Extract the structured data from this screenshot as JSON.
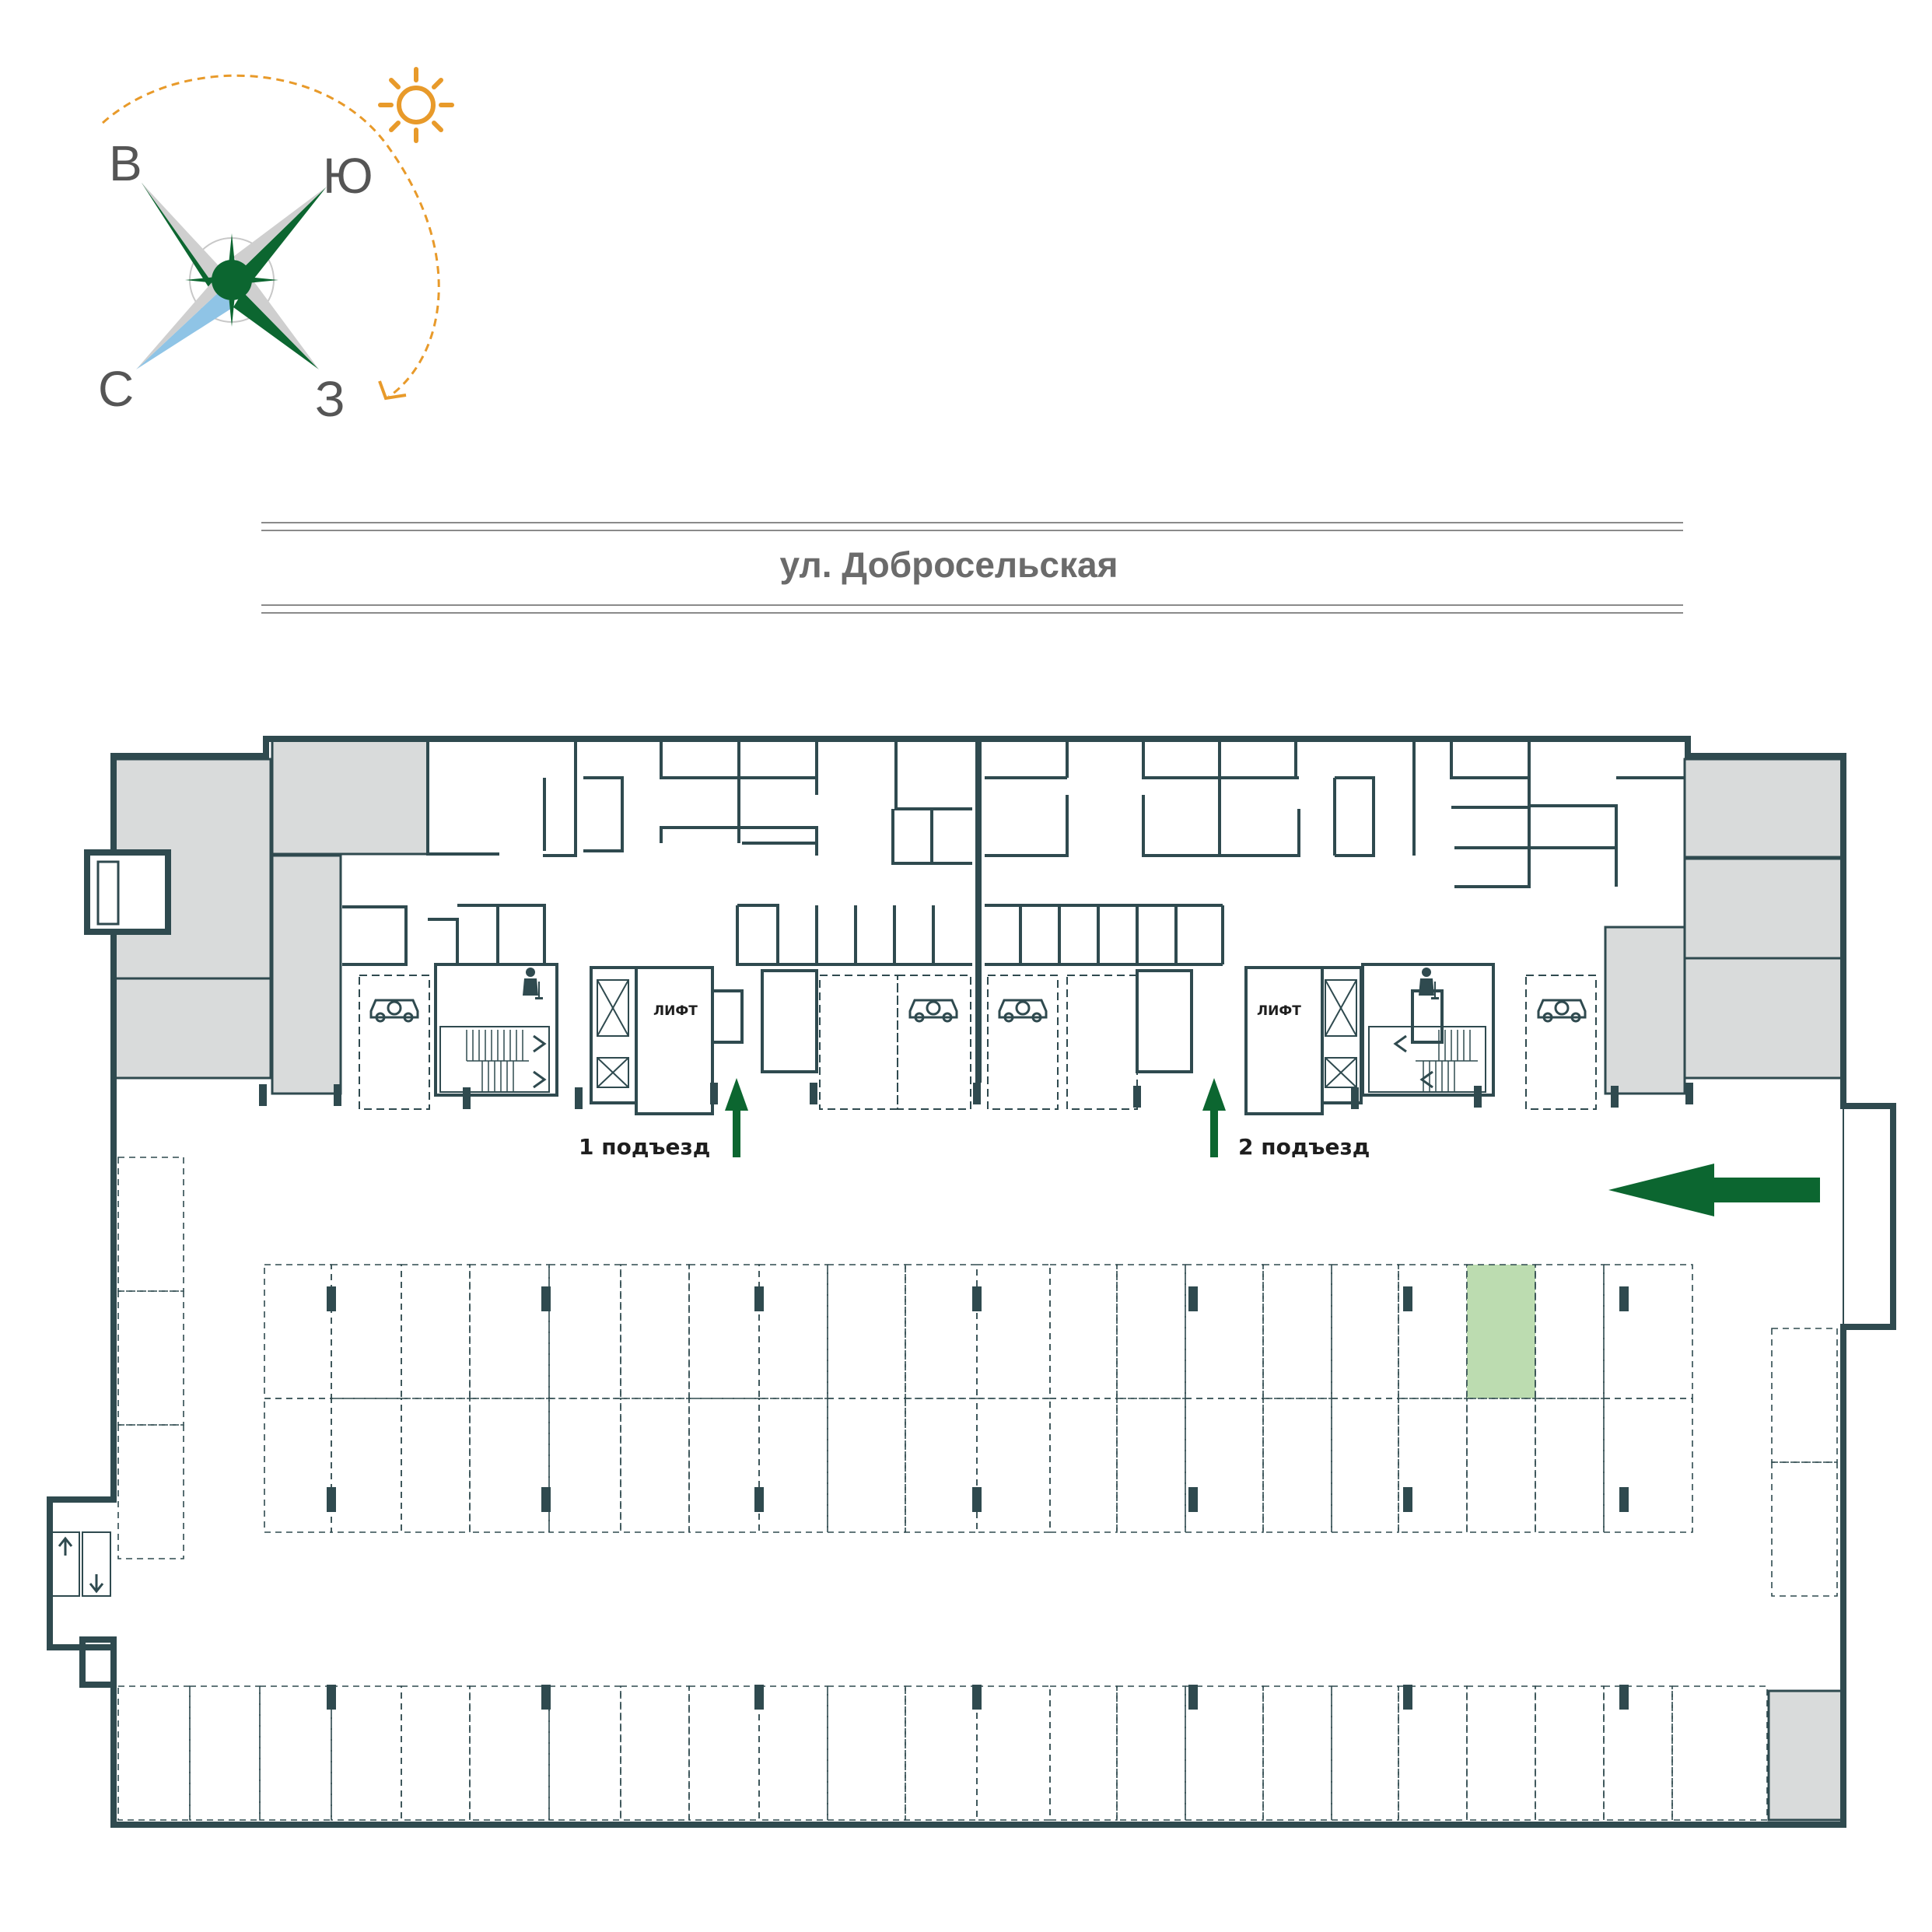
{
  "compass": {
    "east": "В",
    "south": "Ю",
    "north": "С",
    "west": "З",
    "sun_icon": "sun-icon",
    "path_color": "#e89a2a"
  },
  "street": {
    "name": "ул. Добросельская"
  },
  "labels": {
    "entrance_1": "1 подъезд",
    "entrance_2": "2 подъезд",
    "lift_1": "ЛИФТ",
    "lift_2": "ЛИФТ"
  },
  "icons": {
    "ev_charging": "ev-charging-icon",
    "cleaner": "cleaning-person-icon",
    "entry_arrow": "entry-arrow-icon"
  },
  "colors": {
    "wall": "#2f4a4f",
    "technical_room": "#d9dbdb",
    "selected_spot": "#bcdcb0",
    "accent_green": "#0c6630",
    "sky_blue": "#8fc4e6"
  },
  "parking": {
    "highlighted_spot": "row 1, spot 18"
  }
}
